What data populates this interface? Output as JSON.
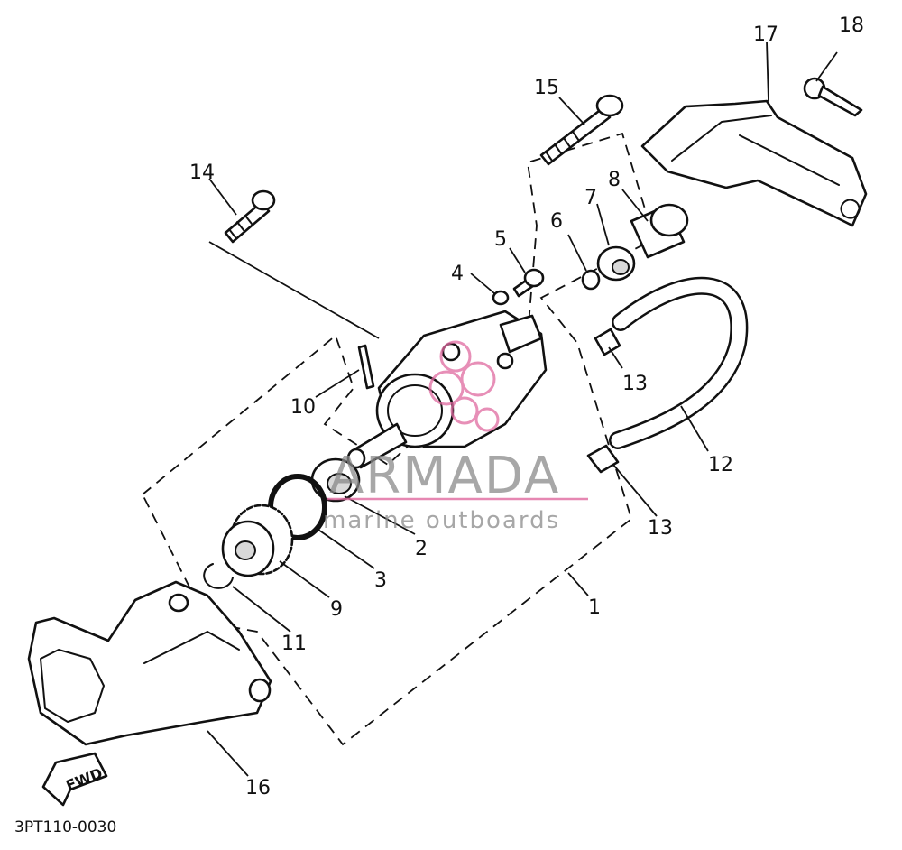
{
  "callouts": {
    "c1": "1",
    "c2": "2",
    "c3": "3",
    "c4": "4",
    "c5": "5",
    "c6": "6",
    "c7": "7",
    "c8": "8",
    "c9": "9",
    "c10": "10",
    "c11": "11",
    "c12": "12",
    "c13a": "13",
    "c13b": "13",
    "c14": "14",
    "c15": "15",
    "c16": "16",
    "c17": "17",
    "c18": "18"
  },
  "direction_label": "FWD",
  "diagram_code": "3PT110-0030",
  "watermark": {
    "title": "ARMADA",
    "subtitle": "marine outboards",
    "color": "#e06aa0"
  }
}
